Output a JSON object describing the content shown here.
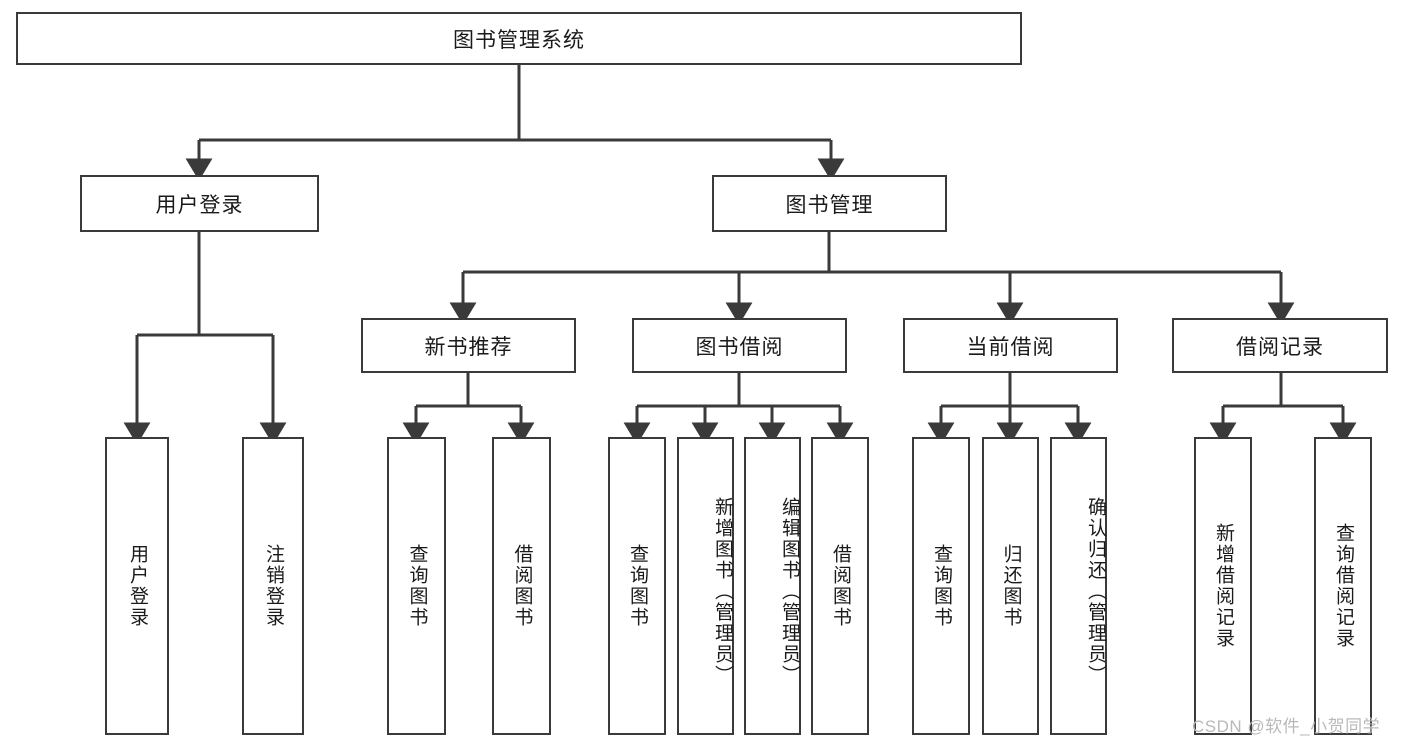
{
  "diagram": {
    "title_node": {
      "label": "图书管理系统"
    },
    "level2": [
      {
        "label": "用户登录"
      },
      {
        "label": "图书管理"
      }
    ],
    "level3": [
      {
        "label": "新书推荐"
      },
      {
        "label": "图书借阅"
      },
      {
        "label": "当前借阅"
      },
      {
        "label": "借阅记录"
      }
    ],
    "leaves": {
      "user_login": [
        {
          "label": "用户登录"
        },
        {
          "label": "注销登录"
        }
      ],
      "new_book_recommend": [
        {
          "label": "查询图书"
        },
        {
          "label": "借阅图书"
        }
      ],
      "book_borrow": [
        {
          "label": "查询图书"
        },
        {
          "label": "新增图书（管理员）"
        },
        {
          "label": "编辑图书（管理员）"
        },
        {
          "label": "借阅图书"
        }
      ],
      "current_borrow": [
        {
          "label": "查询图书"
        },
        {
          "label": "归还图书"
        },
        {
          "label": "确认归还（管理员）"
        }
      ],
      "borrow_record": [
        {
          "label": "新增借阅记录"
        },
        {
          "label": "查询借阅记录"
        }
      ]
    }
  },
  "watermark": {
    "text": "CSDN @软件_小贺同学"
  },
  "colors": {
    "stroke": "#3a3a3a",
    "fill": "#ffffff",
    "text": "#1a1a1a",
    "watermark": "#b9b9b9"
  }
}
